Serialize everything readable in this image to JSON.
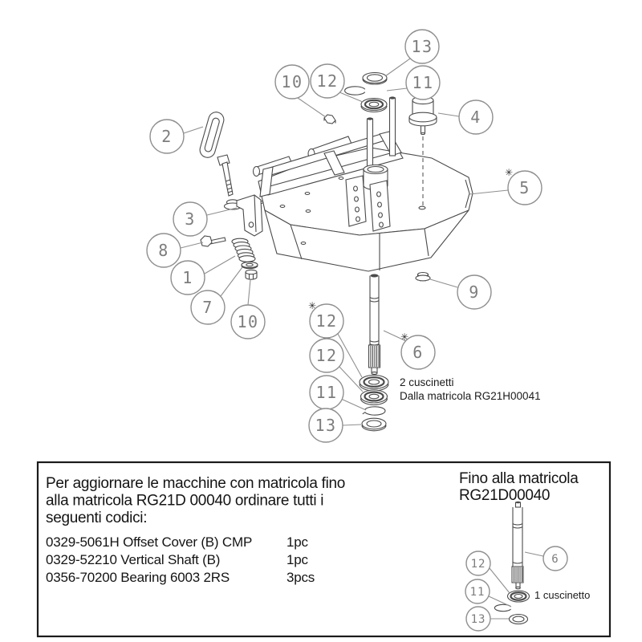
{
  "page": {
    "background": "#ffffff"
  },
  "part_numbers": {
    "p1": "1",
    "p2": "2",
    "p3": "3",
    "p4": "4",
    "p5": "5",
    "p6": "6",
    "p7": "7",
    "p8": "8",
    "p9": "9",
    "p10": "10",
    "p11": "11",
    "p12": "12",
    "p13": "13"
  },
  "annotations": {
    "asterisk": "✳",
    "bearings_note_line1": "2 cuscinetti",
    "bearings_note_line2": "Dalla matricola RG21H00041"
  },
  "info_box": {
    "note_lines": [
      "Per aggiornare le macchine con matricola fino",
      "alla matricola RG21D 00040 ordinare tutti i",
      "seguenti codici:"
    ],
    "order_items": [
      {
        "code_desc": "0329-5061H Offset Cover (B) CMP",
        "qty": "1pc"
      },
      {
        "code_desc": "0329-52210 Vertical Shaft (B)",
        "qty": "1pc"
      },
      {
        "code_desc": "0356-70200 Bearing 6003 2RS",
        "qty": "3pcs"
      }
    ],
    "serial_heading_line1": "Fino alla matricola",
    "serial_heading_line2": "RG21D00040",
    "single_bearing_note": "1 cuscinetto"
  },
  "colors": {
    "drawing_line": "#4a4a4a",
    "callout_line": "#8f8f8f",
    "text_ink": "#141414"
  }
}
